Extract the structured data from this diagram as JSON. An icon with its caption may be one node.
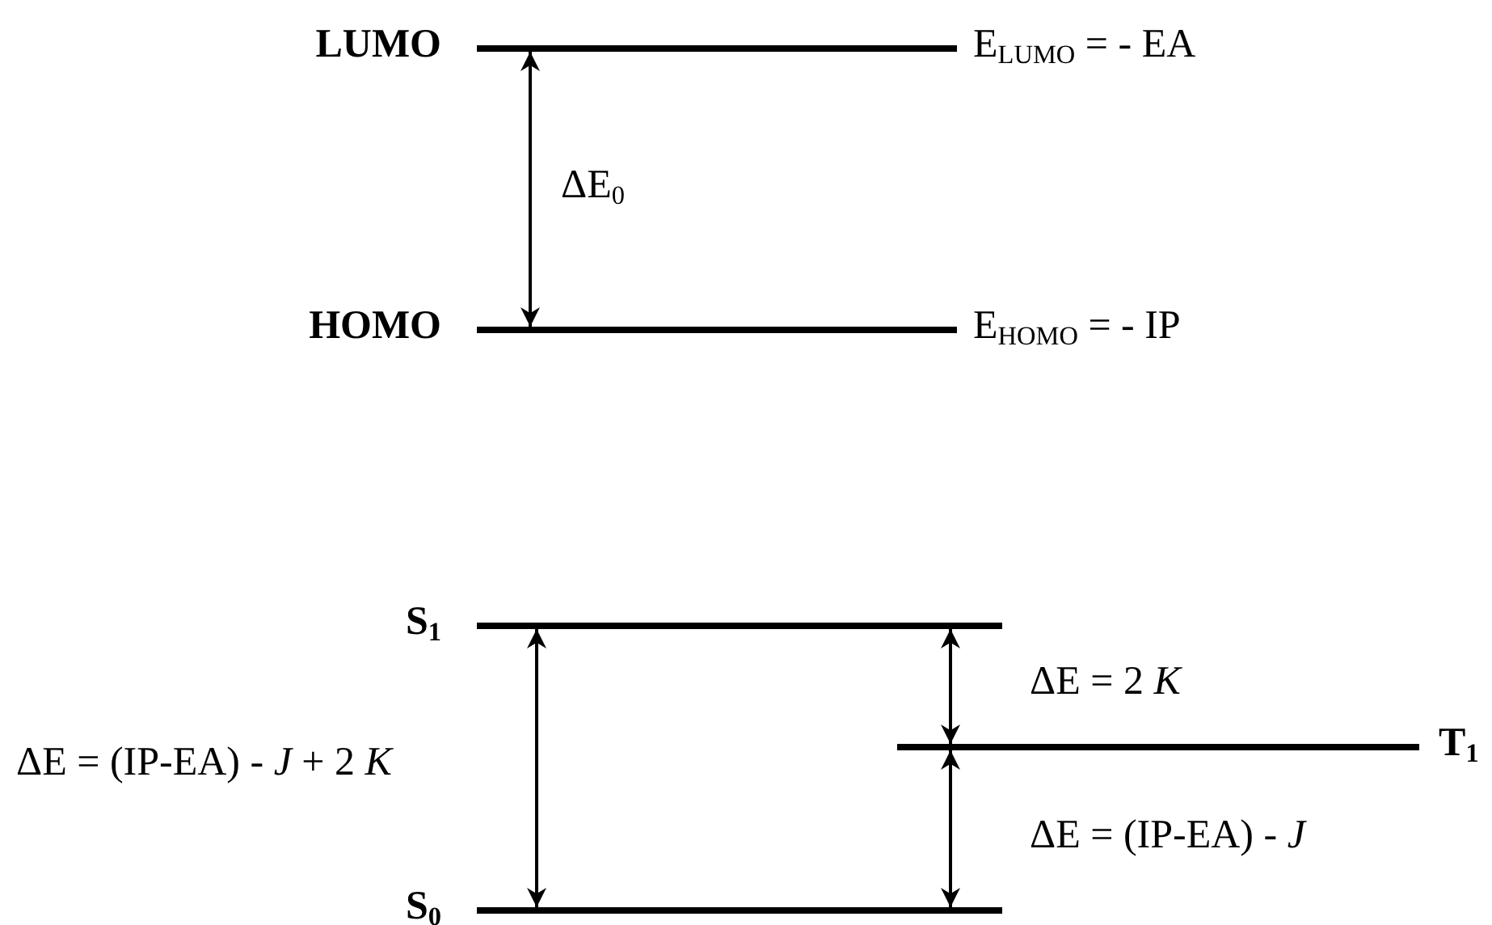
{
  "diagram": {
    "nodes": [
      {
        "text": [
          "LUMO"
        ],
        "beside": [
          "E$_{LUMO}$ = - EA"
        ]
      },
      {
        "text": [
          "HOMO"
        ],
        "beside": [
          "E$_{HOMO}$ = - IP"
        ]
      },
      {
        "text": [
          "S$_{1}$"
        ]
      },
      {
        "text": [
          "T$_{1}$"
        ]
      },
      {
        "text": [
          "S$_{0}$"
        ]
      }
    ],
    "edges": [
      {
        "from": 0,
        "to": 1,
        "arrow": "both",
        "label": "ΔE$_{0}$"
      },
      {
        "from": 2,
        "to": 4,
        "arrow": "both",
        "label": "ΔE = (IP-EA) - *J* + 2 *K*"
      },
      {
        "from": 2,
        "to": 3,
        "arrow": "both",
        "label": "ΔE = 2 *K*"
      },
      {
        "from": 3,
        "to": 4,
        "arrow": "both",
        "label": "ΔE = (IP-EA) - *J*"
      }
    ]
  }
}
